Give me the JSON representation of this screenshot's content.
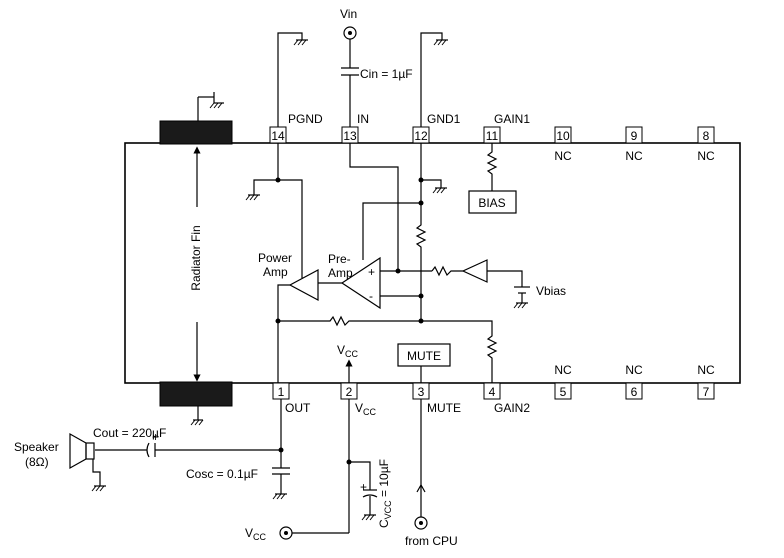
{
  "pins": [
    {
      "num": "14",
      "label": "PGND"
    },
    {
      "num": "13",
      "label": "IN"
    },
    {
      "num": "12",
      "label": "GND1"
    },
    {
      "num": "11",
      "label": "GAIN1"
    },
    {
      "num": "10",
      "label": "NC"
    },
    {
      "num": "9",
      "label": "NC"
    },
    {
      "num": "8",
      "label": "NC"
    },
    {
      "num": "1",
      "label": "OUT"
    },
    {
      "num": "2",
      "label": "V",
      "sub": "CC"
    },
    {
      "num": "3",
      "label": "MUTE"
    },
    {
      "num": "4",
      "label": "GAIN2"
    },
    {
      "num": "5",
      "label": "NC"
    },
    {
      "num": "6",
      "label": "NC"
    },
    {
      "num": "7",
      "label": "NC"
    }
  ],
  "labels": {
    "vin": "Vin",
    "cin": "Cin = 1µF",
    "radiator_fin": "Radiator Fin",
    "power_amp_1": "Power",
    "power_amp_2": "Amp",
    "pre_amp_1": "Pre-",
    "pre_amp_2": "Amp",
    "bias": "BIAS",
    "vbias": "Vbias",
    "mute_block": "MUTE",
    "vcc_internal": "V",
    "vcc_internal_sub": "CC",
    "speaker_1": "Speaker",
    "speaker_2": "(8Ω)",
    "cout": "Cout = 220µF",
    "cosc": "Cosc = 0.1µF",
    "cvcc_main": "C",
    "cvcc_sub": "VCC",
    "cvcc_value": " = 10µF",
    "vcc_source": "V",
    "vcc_source_sub": "CC",
    "from_cpu": "from CPU",
    "plus": "+",
    "minus": "-"
  }
}
